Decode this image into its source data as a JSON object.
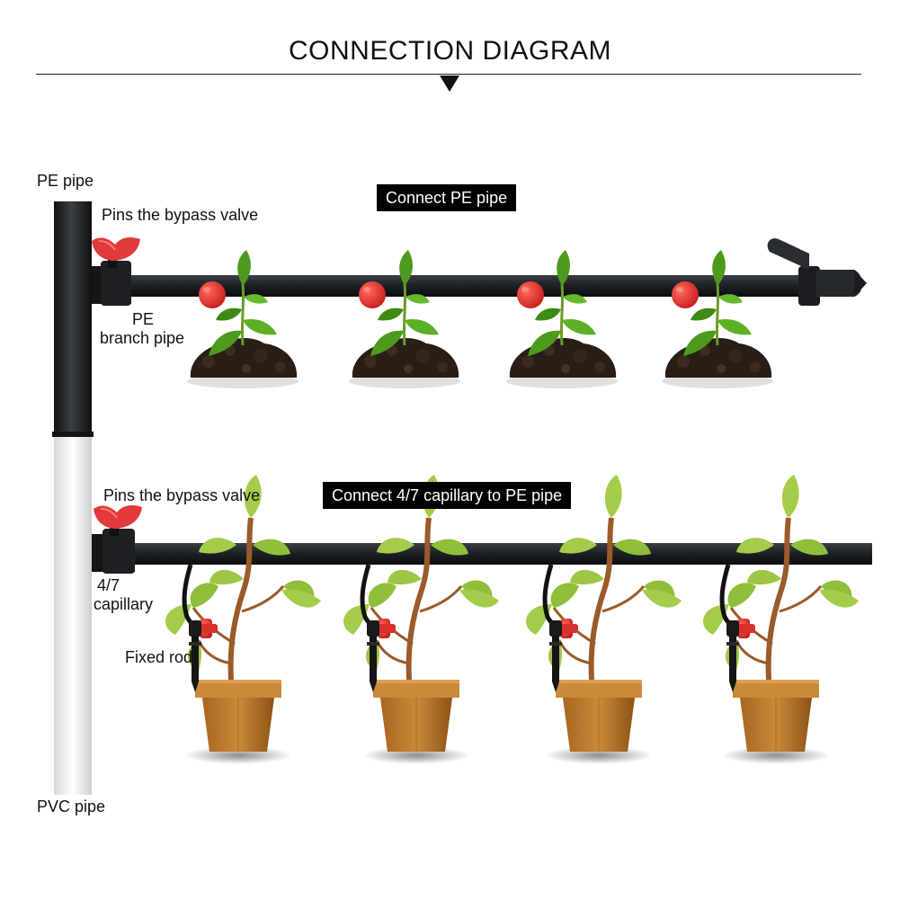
{
  "title": "CONNECTION DIAGRAM",
  "labels": {
    "pe_pipe": "PE pipe",
    "bypass_valve_top": "Pins the bypass valve",
    "pe_branch_1": "PE",
    "pe_branch_2": "branch pipe",
    "bypass_valve_bottom": "Pins the bypass valve",
    "capillary_1": "4/7",
    "capillary_2": "capillary",
    "fixed_rod": "Fixed rod",
    "pvc_pipe": "PVC pipe"
  },
  "tags": {
    "top": "Connect PE pipe",
    "bottom": "Connect 4/7 capillary to PE pipe"
  },
  "colors": {
    "pipe": "#1f2327",
    "valve_red": "#e03a3a",
    "soil": "#2a1d16",
    "leaf": "#4d9a1e",
    "pot": "#b9792c",
    "pvc": "#eeeeee"
  }
}
